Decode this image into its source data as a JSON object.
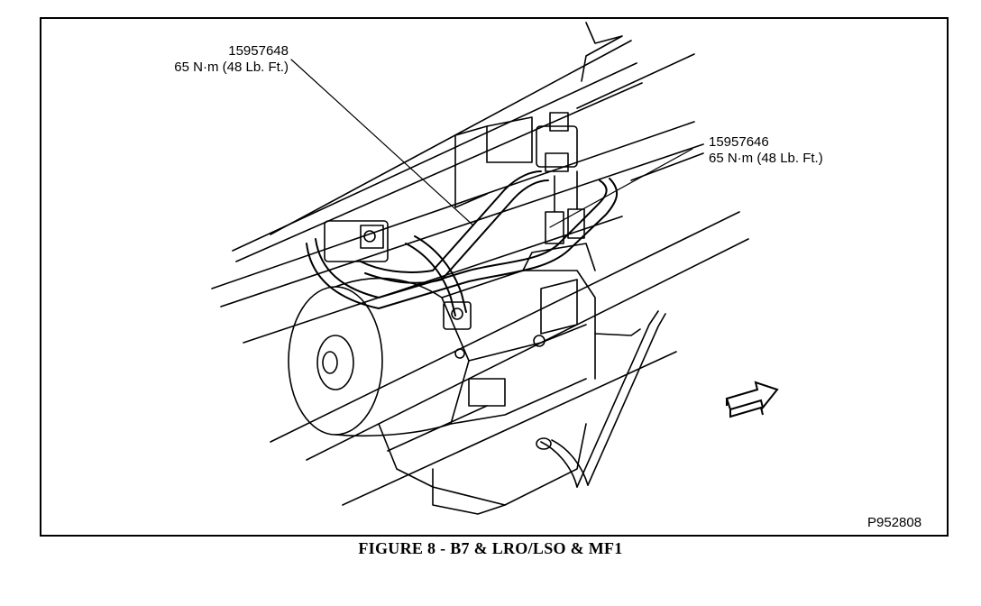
{
  "callouts": [
    {
      "part_number": "15957648",
      "torque": "65 N·m (48 Lb. Ft.)"
    },
    {
      "part_number": "15957646",
      "torque": "65 N·m (48 Lb. Ft.)"
    }
  ],
  "figure_id": "P952808",
  "caption": "FIGURE 8 - B7 & LRO/LSO & MF1"
}
